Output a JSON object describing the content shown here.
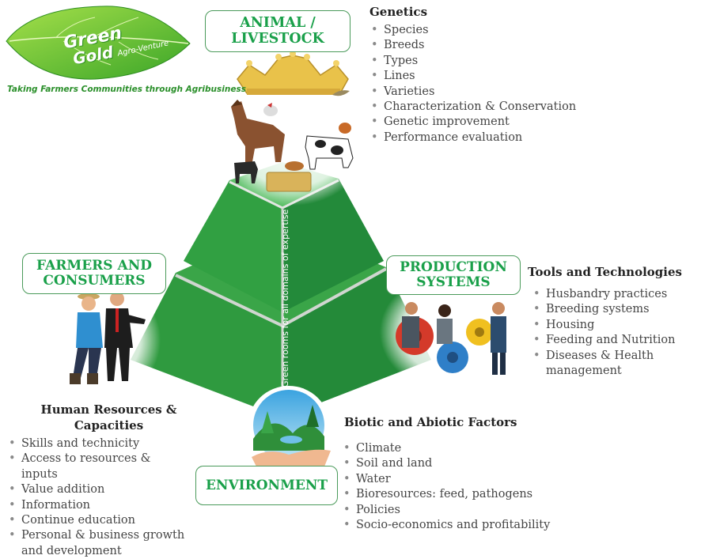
{
  "logo": {
    "word1": "Green",
    "word2": "Gold",
    "word3": "Agro-Venture",
    "tagline": "Taking Farmers Communities through Agribusiness"
  },
  "pyramid": {
    "spine_text": "Green rooms for all domains of expertise",
    "colors": {
      "left_face": "#2f9a3f",
      "right_face": "#23833a",
      "front": "#1f7a34",
      "edge": "#d0d6d0"
    }
  },
  "categories": {
    "animal": {
      "line1": "ANIMAL /",
      "line2": "LIVESTOCK"
    },
    "farmers": {
      "line1": "FARMERS AND",
      "line2": "CONSUMERS"
    },
    "production": {
      "line1": "PRODUCTION",
      "line2": "SYSTEMS"
    },
    "environment": {
      "line1": "ENVIRONMENT"
    }
  },
  "genetics": {
    "title": "Genetics",
    "items": [
      "Species",
      "Breeds",
      "Types",
      "Lines",
      "Varieties",
      "Characterization & Conservation",
      "Genetic improvement",
      "Performance evaluation"
    ]
  },
  "tools": {
    "title": "Tools and Technologies",
    "items": [
      "Husbandry practices",
      "Breeding systems",
      "Housing",
      "Feeding and Nutrition",
      "Diseases & Health management"
    ]
  },
  "human": {
    "title_line1": "Human Resources &",
    "title_line2": "Capacities",
    "items": [
      "Skills and technicity",
      "Access to resources & inputs",
      "Value addition",
      "Information",
      "Continue education",
      "Personal & business growth and development"
    ]
  },
  "biotic": {
    "title": "Biotic and Abiotic Factors",
    "items": [
      "Climate",
      "Soil and land",
      "Water",
      "Bioresources: feed, pathogens",
      "Policies",
      "Socio-economics and profitability"
    ]
  },
  "icons": [
    "leaf-logo-icon",
    "crown-icon",
    "livestock-icon",
    "farmer-icon",
    "businessman-icon",
    "gears-team-icon",
    "environment-globe-icon"
  ]
}
